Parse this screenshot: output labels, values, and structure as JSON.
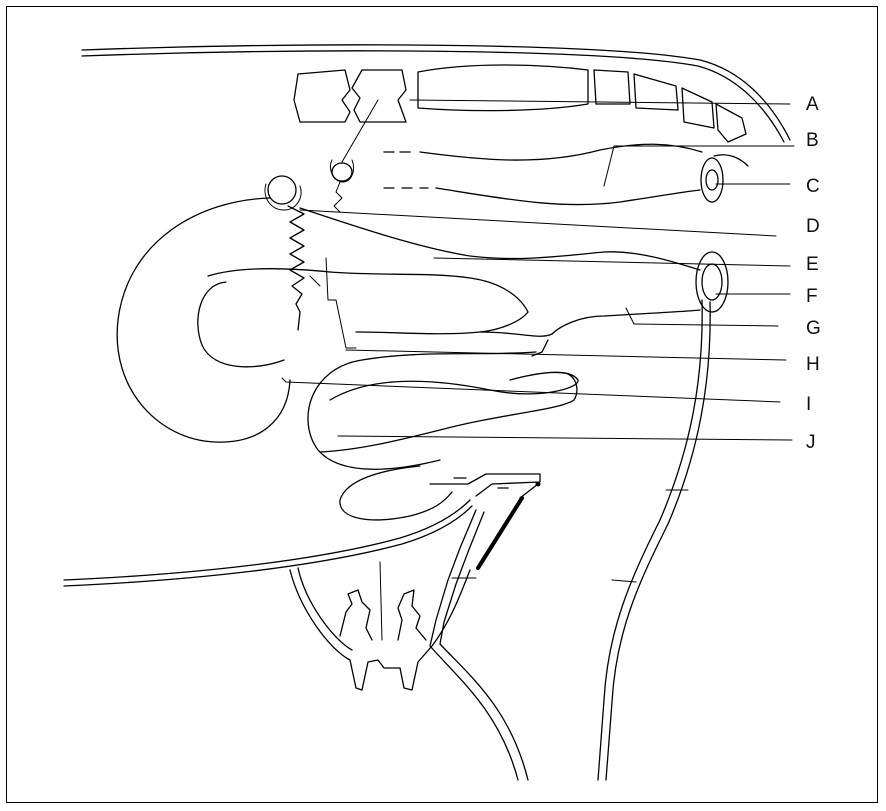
{
  "diagram": {
    "labels": [
      "A",
      "B",
      "C",
      "D",
      "E",
      "F",
      "G",
      "H",
      "I",
      "J"
    ],
    "colors": {
      "line": "#000000",
      "background": "#ffffff",
      "text": "#111111"
    }
  }
}
